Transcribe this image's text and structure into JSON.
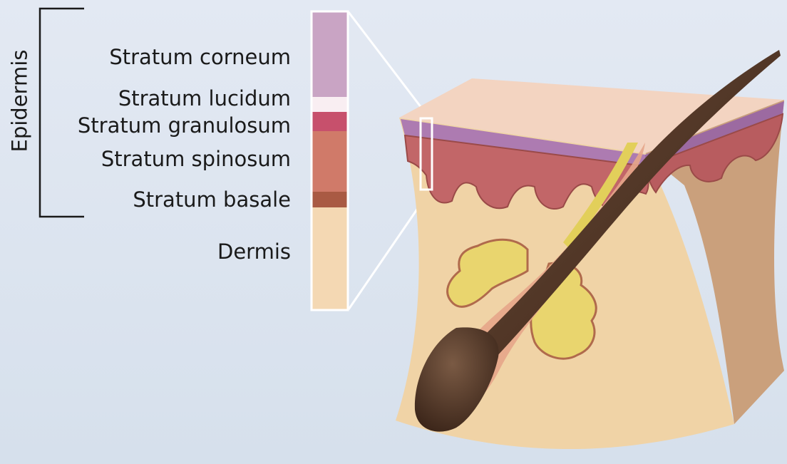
{
  "group_label": "Epidermis",
  "layers": [
    {
      "id": "corneum",
      "label": "Stratum corneum",
      "color": "#c9a4c4"
    },
    {
      "id": "lucidum",
      "label": "Stratum lucidum",
      "color": "#f9eef2"
    },
    {
      "id": "granulosum",
      "label": "Stratum granulosum",
      "color": "#c7506c"
    },
    {
      "id": "spinosum",
      "label": "Stratum spinosum",
      "color": "#d07a69"
    },
    {
      "id": "basale",
      "label": "Stratum basale",
      "color": "#a95a43"
    },
    {
      "id": "dermis",
      "label": "Dermis",
      "color": "#f4d8b3"
    }
  ]
}
